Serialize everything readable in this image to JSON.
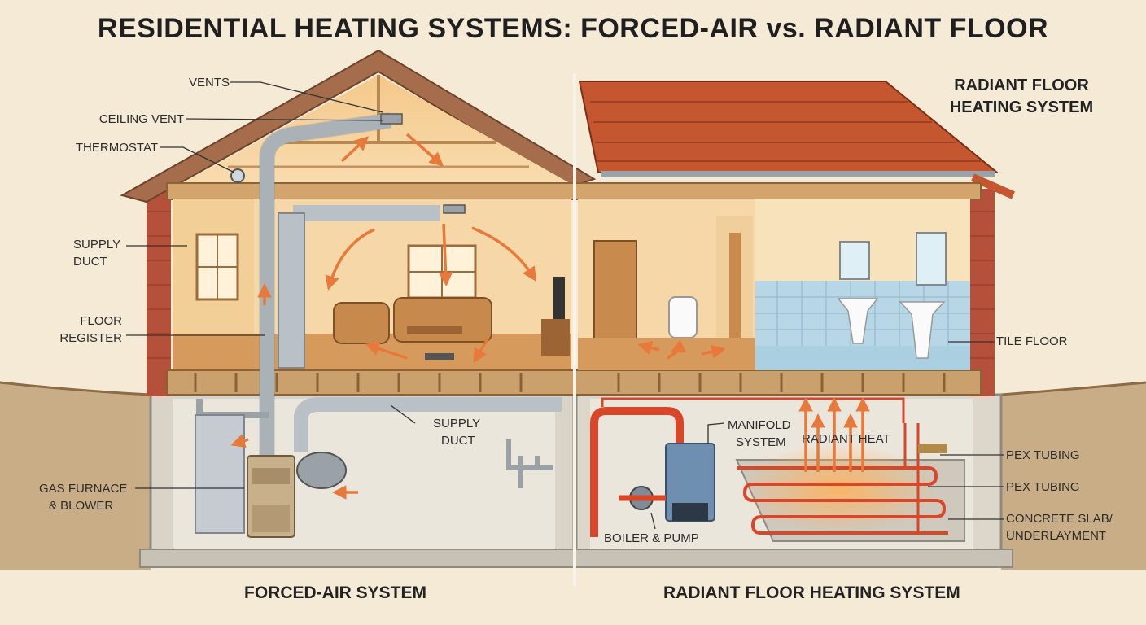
{
  "title": "RESIDENTIAL HEATING SYSTEMS: FORCED-AIR vs. RADIANT FLOOR",
  "radiant_header": {
    "line1": "RADIANT FLOOR",
    "line2": "HEATING SYSTEM"
  },
  "forced_air_labels": {
    "vents": "VENTS",
    "ceiling_vent": "CEILING VENT",
    "thermostat": "THERMOSTAT",
    "supply_duct_left_1": "SUPPLY",
    "supply_duct_left_2": "DUCT",
    "floor_register_1": "FLOOR",
    "floor_register_2": "REGISTER",
    "supply_duct_base_1": "SUPPLY",
    "supply_duct_base_2": "DUCT",
    "furnace_1": "GAS FURNACE",
    "furnace_2": "& BLOWER"
  },
  "radiant_labels": {
    "tile_floor": "TILE FLOOR",
    "manifold_1": "MANIFOLD",
    "manifold_2": "SYSTEM",
    "radiant_heat": "RADIANT HEAT",
    "pex_1": "PEX TUBING",
    "pex_2": "PEX TUBING",
    "slab_1": "CONCRETE SLAB/",
    "slab_2": "UNDERLAYMENT",
    "boiler": "BOILER & PUMP"
  },
  "section_titles": {
    "left": "FORCED-AIR SYSTEM",
    "right": "RADIANT FLOOR HEATING SYSTEM"
  },
  "colors": {
    "background": "#f5ead6",
    "brick": "#b5503a",
    "roof_tile": "#c4572f",
    "shingle": "#a56d4c",
    "duct": "#b9c0c6",
    "warm_wall": "#f6d8a8",
    "floor_wood": "#d59a5c",
    "heat_arrow": "#e8793a",
    "pex_red": "#d9472b",
    "tile_blue": "#b8d7e6"
  }
}
